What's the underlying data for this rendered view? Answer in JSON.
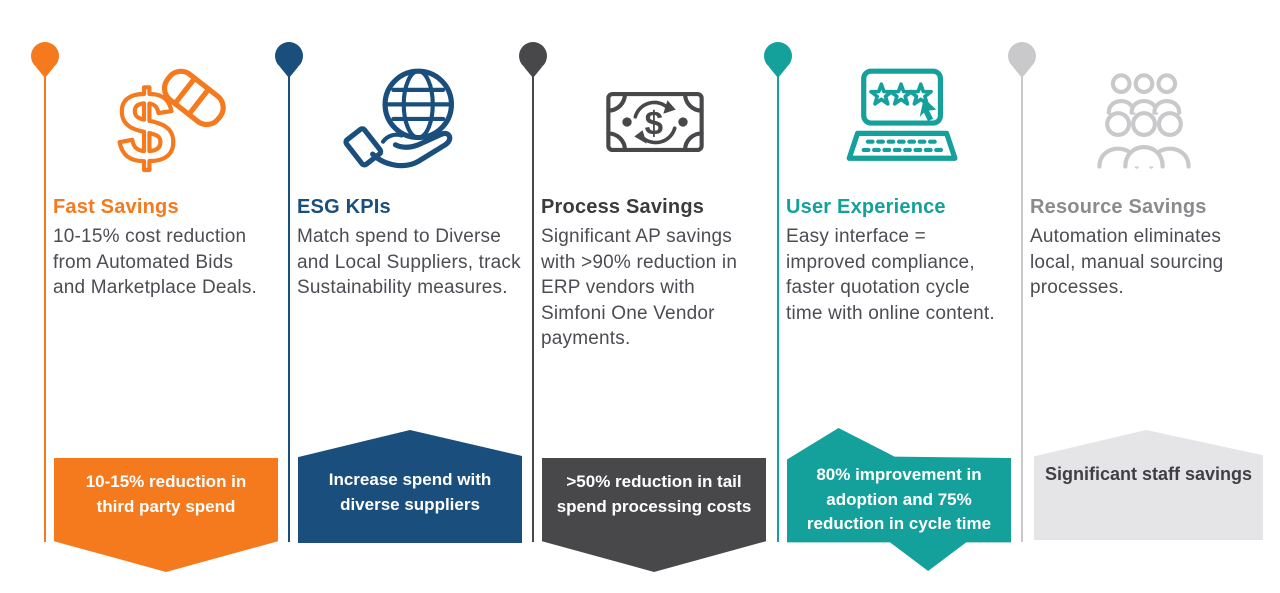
{
  "infographic": {
    "description": "Five-pillar benefits infographic",
    "body_text_color": "#4C4C53"
  },
  "columns": [
    {
      "title": "Fast Savings",
      "body": "10-15% cost reduction\nfrom Automated Bids\nand Marketplace Deals.",
      "banner": "10-15% reduction in\nthird party spend",
      "icon": "dollar-savings-icon",
      "color": "#F5791D",
      "banner_shape": "arrow-down"
    },
    {
      "title": "ESG KPIs",
      "body": "Match spend to Diverse\nand Local Suppliers, track\nSustainability measures.",
      "banner": "Increase spend with\ndiverse suppliers",
      "icon": "globe-hand-icon",
      "color": "#1A4E7C",
      "banner_shape": "peak-top"
    },
    {
      "title": "Process Savings",
      "body": "Significant AP savings\nwith >90% reduction in\nERP vendors with\nSimfoni One Vendor\npayments.",
      "banner": ">50% reduction in tail\nspend processing costs",
      "icon": "banknote-exchange-icon",
      "color": "#48484A",
      "title_color": "#3B3B3D",
      "banner_shape": "arrow-down"
    },
    {
      "title": "User Experience",
      "body": "Easy interface =\nimproved compliance,\nfaster quotation cycle\ntime with online content.",
      "banner": "80% improvement in\nadoption and 75%\nreduction in cycle time",
      "icon": "laptop-rating-icon",
      "color": "#14A09B",
      "banner_shape": "peak-arrow"
    },
    {
      "title": "Resource Savings",
      "body": "Automation eliminates\nlocal, manual sourcing\nprocesses.",
      "banner": "Significant staff savings",
      "icon": "people-group-icon",
      "color": "#C9C9CB",
      "title_color": "#8B8B8F",
      "banner_color": "#E5E5E7",
      "banner_text_color": "#3F3F46",
      "banner_shape": "peak-flat"
    }
  ]
}
